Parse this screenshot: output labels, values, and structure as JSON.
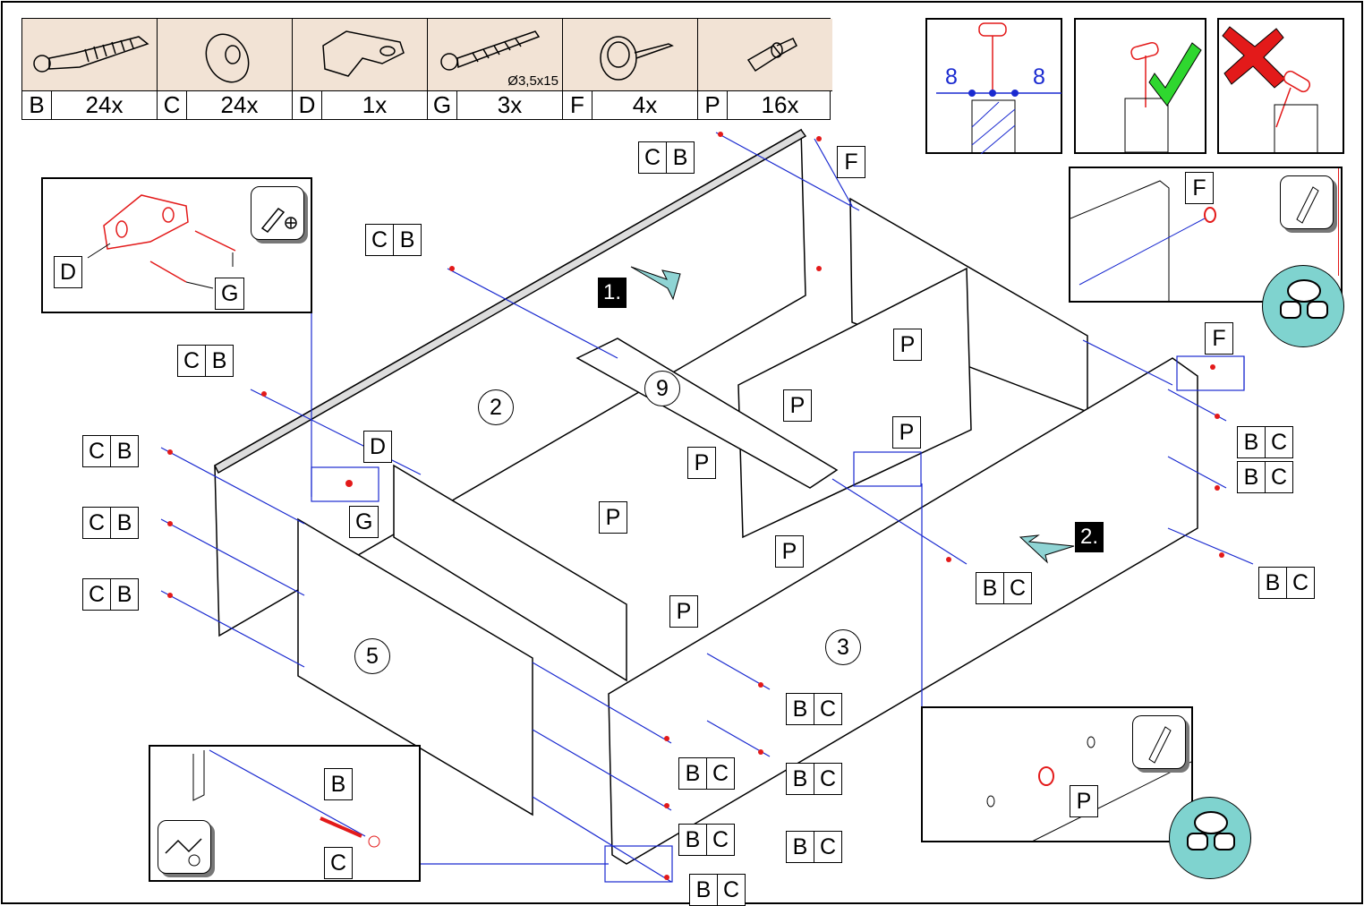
{
  "parts": [
    {
      "icon": "screw-dowel-icon",
      "letter": "B",
      "qty": "24x"
    },
    {
      "icon": "cap-icon",
      "letter": "C",
      "qty": "24x"
    },
    {
      "icon": "bracket-icon",
      "letter": "D",
      "qty": "1x"
    },
    {
      "icon": "wood-screw-icon",
      "letter": "G",
      "qty": "3x",
      "dim": "Ø3,5x15"
    },
    {
      "icon": "nail-glide-icon",
      "letter": "F",
      "qty": "4x"
    },
    {
      "icon": "shelf-pin-icon",
      "letter": "P",
      "qty": "16x"
    }
  ],
  "labels": {
    "c": "C",
    "b": "B",
    "d": "D",
    "g": "G",
    "f": "F",
    "p": "P"
  },
  "panels": {
    "p2": "2",
    "p3": "3",
    "p5": "5",
    "p9": "9"
  },
  "steps": {
    "s1": "1.",
    "s2": "2."
  },
  "detail": {
    "eight_left": "8",
    "eight_right": "8"
  },
  "colors": {
    "highlight": "#e31a1a",
    "line": "#1a2ad0",
    "parts_bg": "#f2e3d5",
    "goggle": "#7fd3cf",
    "check": "#2fd72f"
  }
}
